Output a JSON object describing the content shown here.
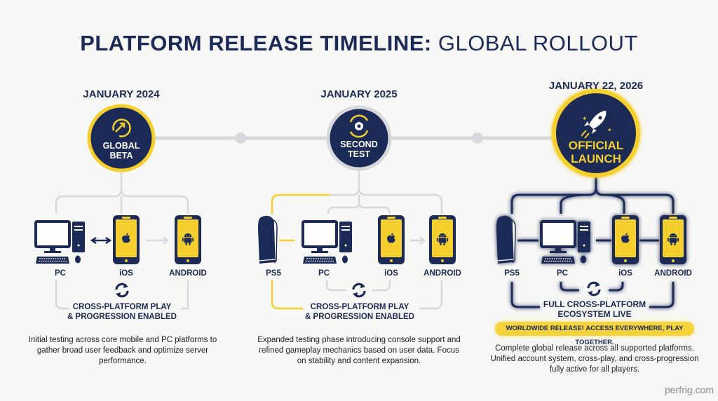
{
  "title": {
    "bold": "PLATFORM RELEASE TIMELINE:",
    "regular": "GLOBAL ROLLOUT"
  },
  "colors": {
    "navy": "#1b2a57",
    "yellow": "#f5cf2e",
    "gray": "#d6d8dc"
  },
  "phases": [
    {
      "date": "JANUARY 2024",
      "label_line1": "GLOBAL",
      "label_line2": "BETA",
      "icon": "growth-arrow-icon",
      "platforms": [
        "PC",
        "iOS",
        "ANDROID"
      ],
      "cross_line1": "CROSS-PLATFORM PLAY",
      "cross_line2": "& PROGRESSION ENABLED",
      "description": "Initial testing across core mobile and PC platforms to gather broad user feedback and optimize server performance."
    },
    {
      "date": "JANUARY 2025",
      "label_line1": "SECOND",
      "label_line2": "TEST",
      "icon": "gear-refresh-icon",
      "platforms": [
        "PS5",
        "PC",
        "iOS",
        "ANDROID"
      ],
      "cross_line1": "CROSS-PLATFORM PLAY",
      "cross_line2": "& PROGRESSION ENABLED",
      "description": "Expanded testing phase introducing console support and refined gameplay mechanics based on user data. Focus on stability and content expansion."
    },
    {
      "date": "JANUARY 22, 2026",
      "label_line1": "OFFICIAL",
      "label_line2": "LAUNCH",
      "icon": "rocket-icon",
      "platforms": [
        "PS5",
        "PC",
        "iOS",
        "ANDROID"
      ],
      "cross_line1": "FULL CROSS-PLATFORM",
      "cross_line2": "ECOSYSTEM LIVE",
      "banner": "WORLDWIDE RELEASE! ACCESS EVERYWHERE, PLAY TOGETHER.",
      "description": "Complete global release across all supported platforms. Unified account system, cross-play, and cross-progression fully active for all players."
    }
  ],
  "watermark": "perfrig.com"
}
